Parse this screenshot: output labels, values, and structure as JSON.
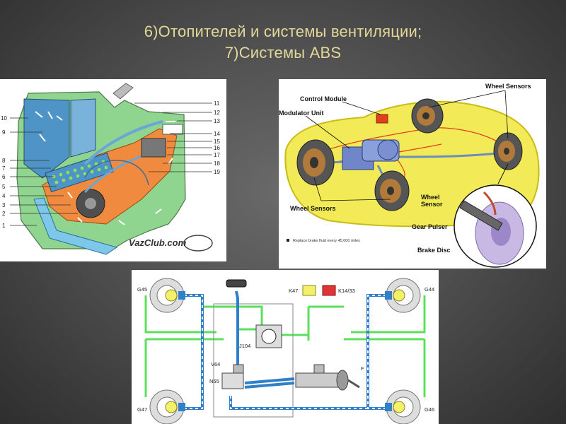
{
  "slide": {
    "title_line1": "6)Отопителей и системы вентиляции;",
    "title_line2": "7)Системы ABS"
  },
  "colors": {
    "background": "#4a4a4a",
    "title": "#e2d89a",
    "heater_green": "#8fd48f",
    "heater_blue": "#4f94c6",
    "heater_orange": "#f08a3e",
    "car_yellow": "#f2ea56",
    "brake_red": "#e0401c",
    "circuit_green": "#5ce05c",
    "circuit_blue": "#2f7fc9"
  },
  "heater": {
    "numbers_left": [
      "10",
      "9",
      "8",
      "7",
      "6",
      "5",
      "4",
      "3",
      "2",
      "1"
    ],
    "numbers_right": [
      "11",
      "12",
      "13",
      "14",
      "15",
      "16",
      "17",
      "18",
      "19"
    ],
    "watermark": "VazClub.com"
  },
  "abs": {
    "control_module": "Control Module",
    "modulator_unit": "Modulator Unit",
    "wheel_sensors_top": "Wheel Sensors",
    "wheel_sensors_bottom": "Wheel Sensors",
    "wheel_sensor_line1": "Wheel",
    "wheel_sensor_line2": "Sensor",
    "gear_pulser": "Gear Pulser",
    "brake_disc": "Brake Disc",
    "note": "Replace brake fluid every 45,000 miles"
  },
  "schema": {
    "g45": "G45",
    "g44": "G44",
    "g47": "G47",
    "g46": "G46",
    "k47": "K47",
    "k14": "K14/33",
    "j104": "J104",
    "v64": "V64",
    "n55": "N55",
    "f": "F"
  }
}
